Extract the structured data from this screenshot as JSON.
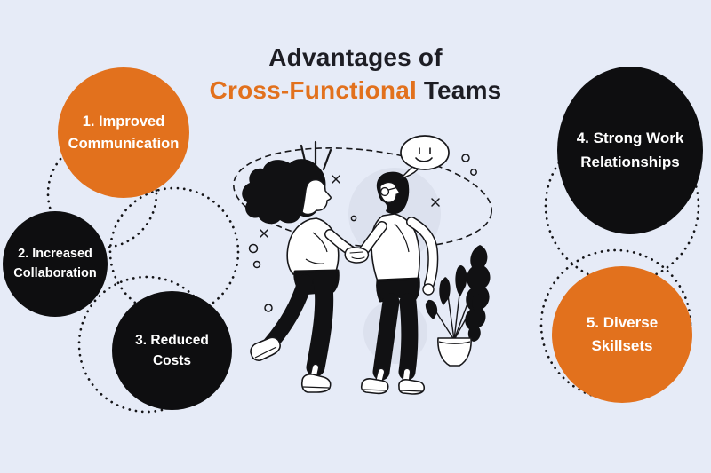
{
  "title": {
    "line1": "Advantages of",
    "highlight": "Cross-Functional",
    "rest": "Teams"
  },
  "advantages": [
    {
      "label": "1. Improved Communication",
      "style": "orange"
    },
    {
      "label": "2. Increased Collaboration",
      "style": "dark"
    },
    {
      "label": "3. Reduced Costs",
      "style": "dark"
    },
    {
      "label": "4. Strong Work Relationships",
      "style": "dark"
    },
    {
      "label": "5. Diverse Skillsets",
      "style": "orange"
    }
  ],
  "colors": {
    "background": "#e6ebf7",
    "orange": "#e2711d",
    "dark_circle": "#0e0e10",
    "circle_text": "#ffffff",
    "title_text": "#1d1d24",
    "line_ink": "#17171a",
    "soft_gray": "#dce1ee"
  },
  "illustration": {
    "description": "Two colleagues shaking hands",
    "elements": [
      "woman-figure",
      "man-figure",
      "handshake",
      "speech-bubble-with-smiley",
      "potted-plant",
      "dashed-ellipse",
      "dotted-circle-outlines",
      "sparkles-and-rings",
      "alert-lines"
    ]
  }
}
